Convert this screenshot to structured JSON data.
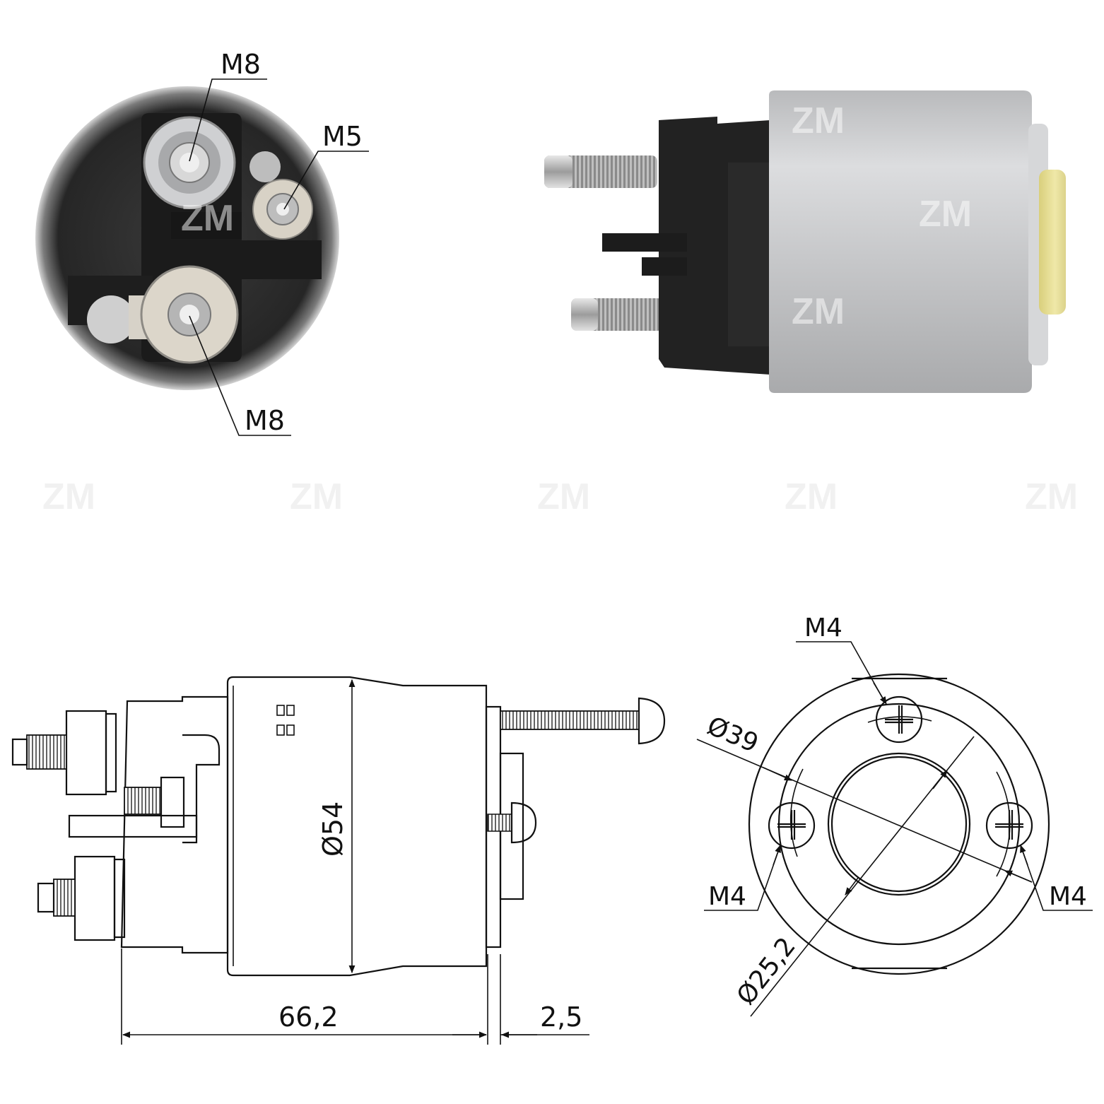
{
  "watermark": {
    "brand": "ZM",
    "color": "#d9d9d9"
  },
  "photo_rear": {
    "callouts": {
      "m8_top": "M8",
      "m5": "M5",
      "m8_bottom": "M8"
    }
  },
  "photo_side": {},
  "drawing_side": {
    "diameter": "Ø54",
    "length": "66,2",
    "offset": "2,5"
  },
  "drawing_front": {
    "m4_top": "M4",
    "m4_left": "M4",
    "m4_right": "M4",
    "bolt_circle": "Ø39",
    "bore": "Ø25,2"
  },
  "colors": {
    "housing_dark": "#2b2b2b",
    "steel": "#c8c9cb",
    "plunger_yellow": "#e6de96",
    "line": "#111111"
  }
}
